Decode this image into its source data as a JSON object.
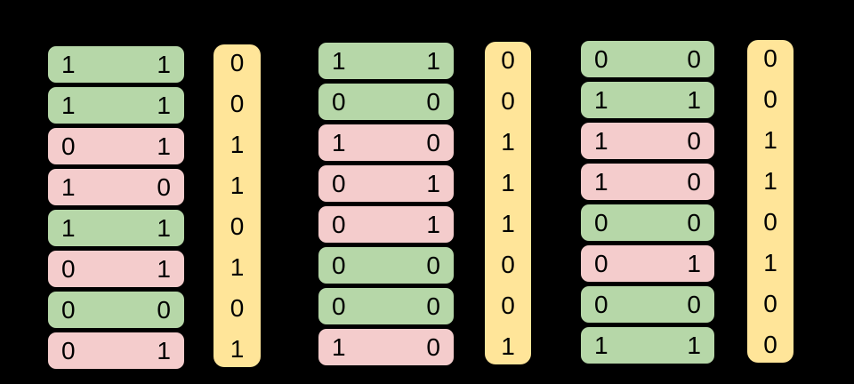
{
  "colors": {
    "background": "#000000",
    "match_row": "#b6d7a8",
    "mismatch_row": "#f4cccc",
    "result_column": "#ffe599",
    "digit": "#000000"
  },
  "groups": [
    {
      "pairs": [
        {
          "a": "1",
          "b": "1",
          "match": true
        },
        {
          "a": "1",
          "b": "1",
          "match": true
        },
        {
          "a": "0",
          "b": "1",
          "match": false
        },
        {
          "a": "1",
          "b": "0",
          "match": false
        },
        {
          "a": "1",
          "b": "1",
          "match": true
        },
        {
          "a": "0",
          "b": "1",
          "match": false
        },
        {
          "a": "0",
          "b": "0",
          "match": true
        },
        {
          "a": "0",
          "b": "1",
          "match": false
        }
      ],
      "xor": [
        "0",
        "0",
        "1",
        "1",
        "0",
        "1",
        "0",
        "1"
      ]
    },
    {
      "pairs": [
        {
          "a": "1",
          "b": "1",
          "match": true
        },
        {
          "a": "0",
          "b": "0",
          "match": true
        },
        {
          "a": "1",
          "b": "0",
          "match": false
        },
        {
          "a": "0",
          "b": "1",
          "match": false
        },
        {
          "a": "0",
          "b": "1",
          "match": false
        },
        {
          "a": "0",
          "b": "0",
          "match": true
        },
        {
          "a": "0",
          "b": "0",
          "match": true
        },
        {
          "a": "1",
          "b": "0",
          "match": false
        }
      ],
      "xor": [
        "0",
        "0",
        "1",
        "1",
        "1",
        "0",
        "0",
        "1"
      ]
    },
    {
      "pairs": [
        {
          "a": "0",
          "b": "0",
          "match": true
        },
        {
          "a": "1",
          "b": "1",
          "match": true
        },
        {
          "a": "1",
          "b": "0",
          "match": false
        },
        {
          "a": "1",
          "b": "0",
          "match": false
        },
        {
          "a": "0",
          "b": "0",
          "match": true
        },
        {
          "a": "0",
          "b": "1",
          "match": false
        },
        {
          "a": "0",
          "b": "0",
          "match": true
        },
        {
          "a": "1",
          "b": "1",
          "match": true
        }
      ],
      "xor": [
        "0",
        "0",
        "1",
        "1",
        "0",
        "1",
        "0",
        "0"
      ]
    }
  ]
}
